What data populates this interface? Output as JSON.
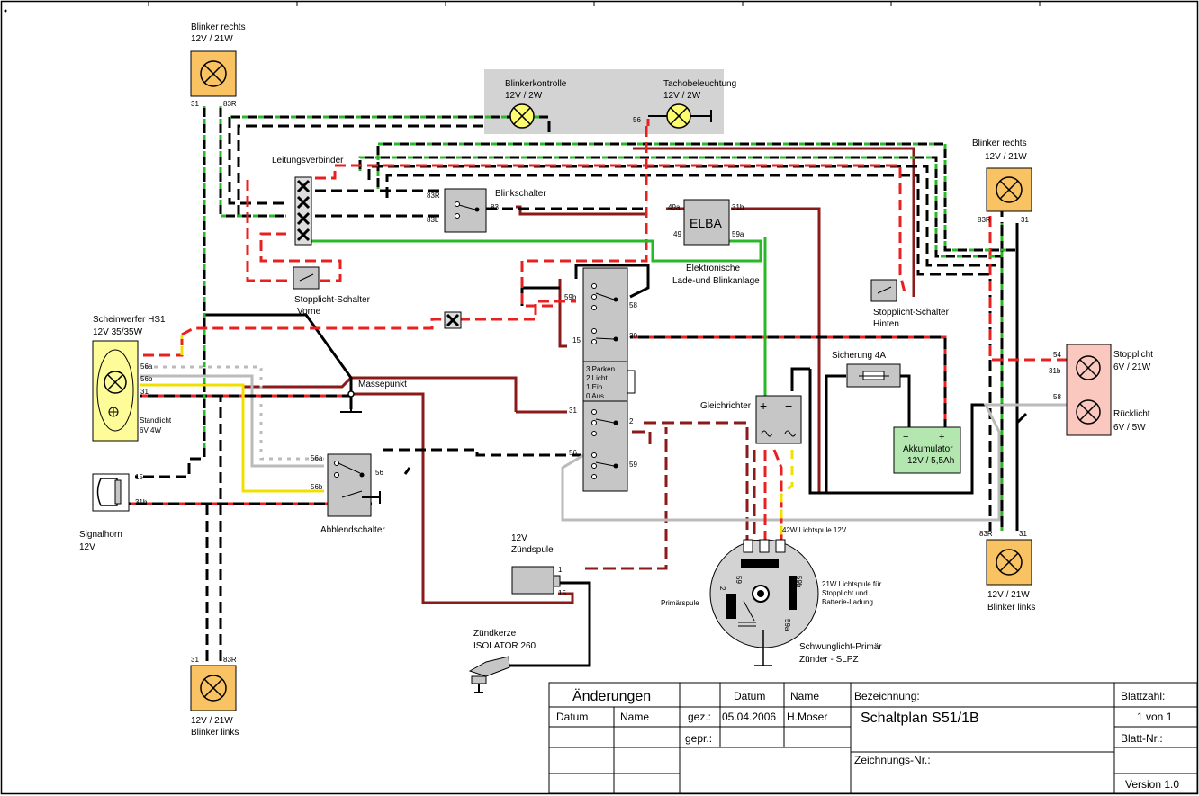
{
  "components": {
    "blinker_rv": {
      "title": "Blinker rechts",
      "spec": "12V / 21W",
      "t1": "31",
      "t2": "83R"
    },
    "blinker_rh": {
      "title": "Blinker rechts",
      "spec": "12V / 21W",
      "t1": "83R",
      "t2": "31"
    },
    "blinker_lv": {
      "title": "Blinker links",
      "spec": "12V / 21W",
      "t1": "31",
      "t2": "83R"
    },
    "blinker_lh": {
      "title": "Blinker links",
      "spec": "12V / 21W",
      "t1": "83R",
      "t2": "31"
    },
    "blinkerkontrolle": {
      "title": "Blinkerkontrolle",
      "spec": "12V / 2W"
    },
    "tacho": {
      "title": "Tachobeleuchtung",
      "spec": "12V / 2W",
      "t": "56"
    },
    "leitungsverbinder": "Leitungsverbinder",
    "blinkschalter": {
      "title": "Blinkschalter",
      "t83r": "83R",
      "t83l": "83L",
      "t83": "83"
    },
    "elba": {
      "name": "ELBA",
      "t49a": "49a",
      "t31b": "31b",
      "t49": "49",
      "t59a": "59a",
      "desc1": "Elektronische",
      "desc2": "Lade-und Blinkanlage"
    },
    "stopp_vorne": {
      "l1": "Stopplicht-Schalter",
      "l2": "Vorne"
    },
    "stopp_hinten": {
      "l1": "Stopplicht-Schalter",
      "l2": "Hinten"
    },
    "scheinwerfer": {
      "title": "Scheinwerfer HS1",
      "spec": "12V 35/35W",
      "t56a": "56a",
      "t56b": "56b",
      "t31": "31",
      "stand1": "Standlicht",
      "stand2": "6V 4W"
    },
    "massepunkt": "Massepunkt",
    "zuendschloss": {
      "t59b": "59b",
      "t58": "58",
      "t15": "15",
      "t30": "30",
      "t31": "31",
      "t2": "2",
      "t56": "56",
      "t59": "59",
      "p1": "3 Parken",
      "p2": "2 Licht",
      "p3": "1 Ein",
      "p4": "0 Aus"
    },
    "gleichrichter": {
      "title": "Gleichrichter",
      "plus": "+",
      "minus": "−"
    },
    "sicherung": "Sicherung 4A",
    "akku": {
      "minus": "−",
      "plus": "+",
      "l1": "Akkumulator",
      "l2": "12V / 5,5Ah"
    },
    "stopplicht": {
      "t54": "54",
      "l1": "Stopplicht",
      "l2": "6V / 21W"
    },
    "ruecklicht": {
      "t31b": "31b",
      "t58": "58",
      "l1": "Rücklicht",
      "l2": "6V / 5W"
    },
    "signalhorn": {
      "t15": "15",
      "t31b": "31b",
      "l1": "Signalhorn",
      "l2": "12V"
    },
    "abblendschalter": {
      "title": "Abblendschalter",
      "t56a": "56a",
      "t56b": "56b",
      "t56": "56"
    },
    "zuendspule": {
      "l1": "12V",
      "l2": "Zündspule",
      "t1": "1",
      "t15": "15"
    },
    "zuendkerze": {
      "l1": "Zündkerze",
      "l2": "ISOLATOR 260"
    },
    "slpz": {
      "l1": "Schwunglicht-Primär",
      "l2": "Zünder - SLPZ",
      "coil42": "42W Lichtspule 12V",
      "c21a": "21W Lichtspule für",
      "c21b": "Stopplicht und",
      "c21c": "Batterie-Ladung",
      "primaer": "Primärspule",
      "t59": "59",
      "t59b": "59b",
      "t2": "2",
      "t59a": "59a"
    }
  },
  "titleblock": {
    "aenderungen": "Änderungen",
    "datum": "Datum",
    "name": "Name",
    "gez": "gez.:",
    "gepr": "gepr.:",
    "date_val": "05.04.2006",
    "name_val": "H.Moser",
    "bezeichnung": "Bezeichnung:",
    "title": "Schaltplan S51/1B",
    "zeichnungsnr": "Zeichnungs-Nr.:",
    "blattzahl": "Blattzahl:",
    "blatt_val": "1 von 1",
    "blattnr": "Blatt-Nr.:",
    "version": "Version 1.0"
  },
  "colors": {
    "lamp": "#f9c262",
    "rear": "#fbc8c0",
    "battery": "#b4e7b0",
    "headlight": "#fdfc99",
    "panel": "#d3d3d3",
    "box": "#c6c6c6",
    "brown": "#8b1a1a",
    "red": "#e82020",
    "green": "#28b828",
    "yellow": "#f0e000"
  }
}
